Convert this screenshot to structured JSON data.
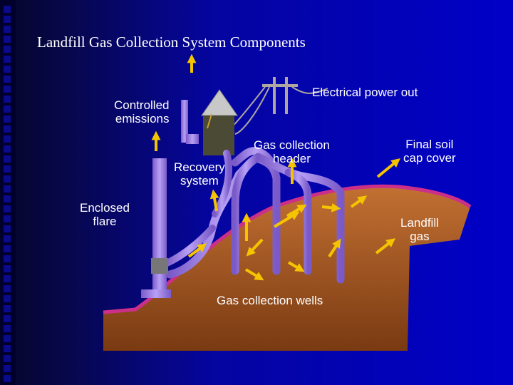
{
  "title": "Landfill Gas Collection System Components",
  "labels": {
    "controlled_emissions": [
      "Controlled",
      "emissions"
    ],
    "electrical_power_out": "Electrical power out",
    "recovery_system": [
      "Recovery",
      "system"
    ],
    "gas_collection_header": [
      "Gas collection",
      "header"
    ],
    "final_soil_cap_cover": [
      "Final soil",
      "cap cover"
    ],
    "enclosed_flare": [
      "Enclosed",
      "flare"
    ],
    "landfill_gas": [
      "Landfill",
      "gas"
    ],
    "gas_collection_wells": "Gas collection wells"
  },
  "colors": {
    "pipe": "#a080e8",
    "earth": "#b86830",
    "cap": "#cc2f8a",
    "arrow": "#f5c400",
    "background": "#0000c8"
  }
}
